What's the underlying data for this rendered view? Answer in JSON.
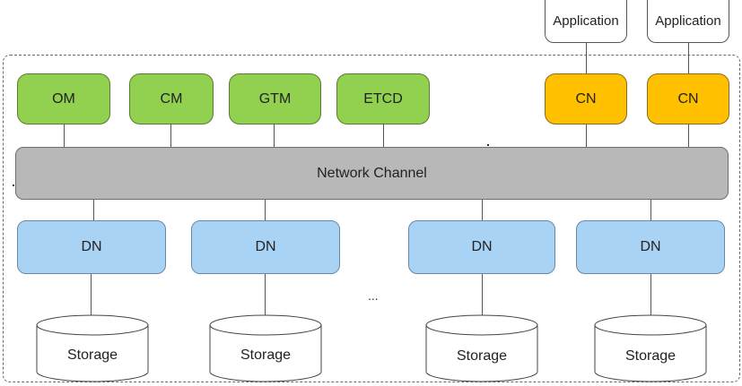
{
  "applications": [
    "Application",
    "Application"
  ],
  "management": [
    "OM",
    "CM",
    "GTM",
    "ETCD"
  ],
  "coordinators": [
    "CN",
    "CN"
  ],
  "network": "Network Channel",
  "data_nodes": [
    "DN",
    "DN",
    "DN",
    "DN"
  ],
  "storage": [
    "Storage",
    "Storage",
    "Storage",
    "Storage"
  ],
  "ellipsis": "..."
}
